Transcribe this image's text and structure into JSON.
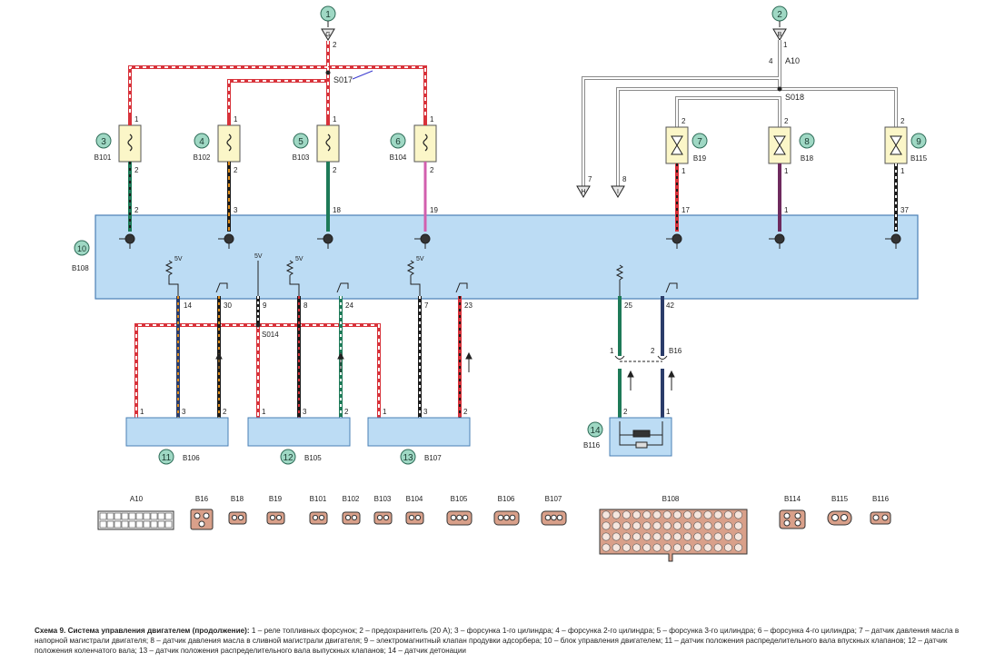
{
  "callouts": {
    "c1": "1",
    "c2": "2",
    "c3": "3",
    "c4": "4",
    "c5": "5",
    "c6": "6",
    "c7": "7",
    "c8": "8",
    "c9": "9",
    "c10": "10",
    "c11": "11",
    "c12": "12",
    "c13": "13",
    "c14": "14"
  },
  "fuses": {
    "g": "G",
    "b": "B"
  },
  "splices": {
    "s017": "S017",
    "s018": "S018",
    "s014": "S014"
  },
  "connectors": {
    "a10": "A10",
    "b16": "B16",
    "b18": "B18",
    "b19": "B19",
    "b101": "B101",
    "b102": "B102",
    "b103": "B103",
    "b104": "B104",
    "b105": "B105",
    "b106": "B106",
    "b107": "B107",
    "b108": "B108",
    "b114": "B114",
    "b115": "B115",
    "b116": "B116"
  },
  "refs": {
    "h": "H",
    "i": "I"
  },
  "pins": {
    "p1": "1",
    "p2": "2",
    "p3": "3",
    "p4": "4",
    "p7": "7",
    "p8": "8",
    "p9": "9",
    "p14": "14",
    "p17": "17",
    "p18": "18",
    "p19": "19",
    "p23": "23",
    "p24": "24",
    "p25": "25",
    "p30": "30",
    "p37": "37",
    "p42": "42"
  },
  "supply": {
    "v5": "5V"
  },
  "caption": {
    "title": "Схема 9. Система управления двигателем (продолжение):",
    "text": " 1 – реле топливных форсунок; 2 – предохранитель (20 А); 3 – форсунка 1-го цилиндра; 4 – форсунка 2-го цилиндра; 5 – форсунка 3-го цилиндра; 6 – форсунка 4-го цилиндра; 7 – датчик давления масла в напорной магистрали двигателя; 8 – датчик давления масла в сливной магистрали двигателя; 9 – электромагнитный клапан продувки адсорбера; 10 – блок управления двигателем; 11 – датчик положения распределительного вала впускных клапанов; 12 – датчик положения коленчатого вала; 13 – датчик положения распределительного вала выпускных клапанов; 14 – датчик детонации"
  },
  "colors": {
    "ecu_fill": "#bcdcf4",
    "ecu_stroke": "#4a7fb5",
    "relay_fill": "#fbf6c8",
    "callout_fill": "#9fd8c4",
    "wire_red": "#d8323a",
    "wire_green": "#1e7a58",
    "wire_black": "#1b1b1b",
    "wire_orange": "#e2901f",
    "wire_pink": "#d25fae",
    "wire_purple": "#6e2a5e",
    "wire_navy": "#2a3c6a",
    "connector_fill": "#d9a08a"
  }
}
